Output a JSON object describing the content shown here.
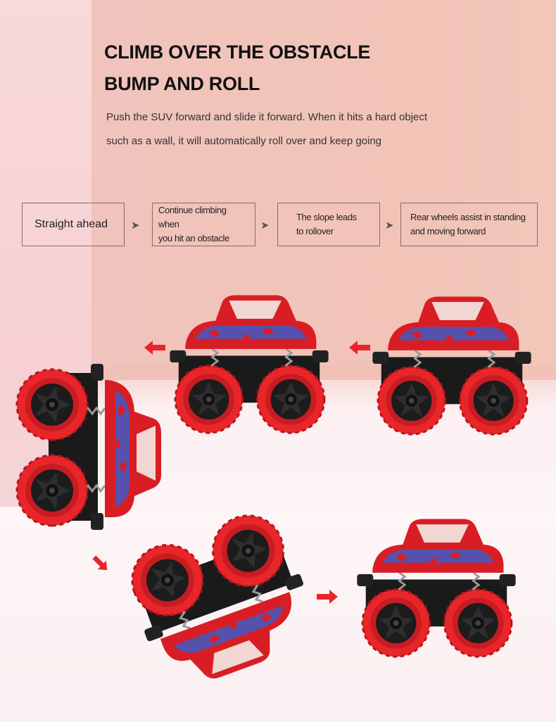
{
  "headline": {
    "line1": "CLIMB OVER THE OBSTACLE",
    "line2": "BUMP AND ROLL"
  },
  "description": {
    "line1": "Push the SUV forward and slide it forward. When it hits a hard object",
    "line2": "such as a wall, it will automatically roll over and keep going"
  },
  "steps": [
    {
      "line1": "Straight ahead",
      "line2": ""
    },
    {
      "line1": "Continue climbing when",
      "line2": "you hit an obstacle"
    },
    {
      "line1": "The slope leads",
      "line2": "to rollover"
    },
    {
      "line1": "Rear wheels assist in standing",
      "line2": "and moving forward"
    }
  ],
  "step_separator": "➤",
  "icons": {
    "step_arrow": "chevron-right-icon",
    "direction_arrow": "red-arrow-icon",
    "toy": "monster-truck-image"
  },
  "colors": {
    "tire": "#e8262a",
    "body_red": "#d81e24",
    "body_blue": "#3f5bc4",
    "chassis": "#1a1a1a",
    "arrow": "#e8262a",
    "headline": "#111111"
  }
}
